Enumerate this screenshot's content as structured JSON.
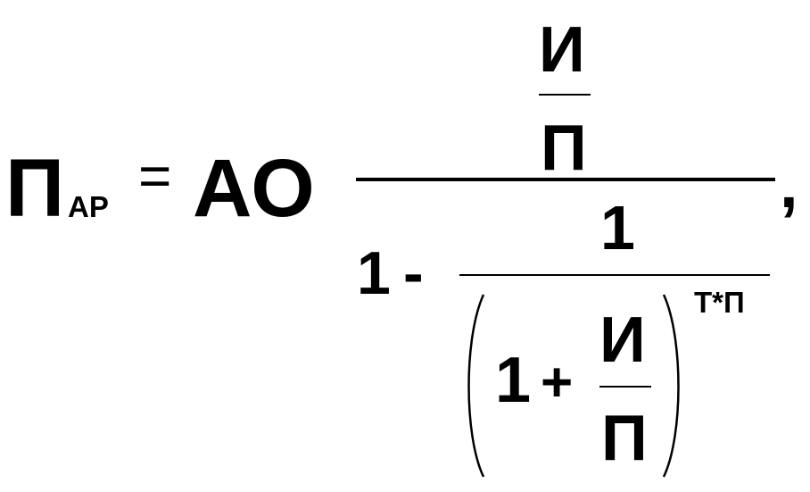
{
  "formula": {
    "lhs": {
      "symbol": "П",
      "subscript": "АР"
    },
    "equals": "=",
    "coefficient": "АО",
    "numerator": {
      "top": "И",
      "bottom": "П"
    },
    "denominator": {
      "one": "1",
      "minus": "-",
      "inner_numerator": "1",
      "base_one": "1",
      "plus": "+",
      "base_fraction": {
        "top": "И",
        "bottom": "П"
      },
      "exponent": "Т*П"
    },
    "trailing_comma": ","
  }
}
